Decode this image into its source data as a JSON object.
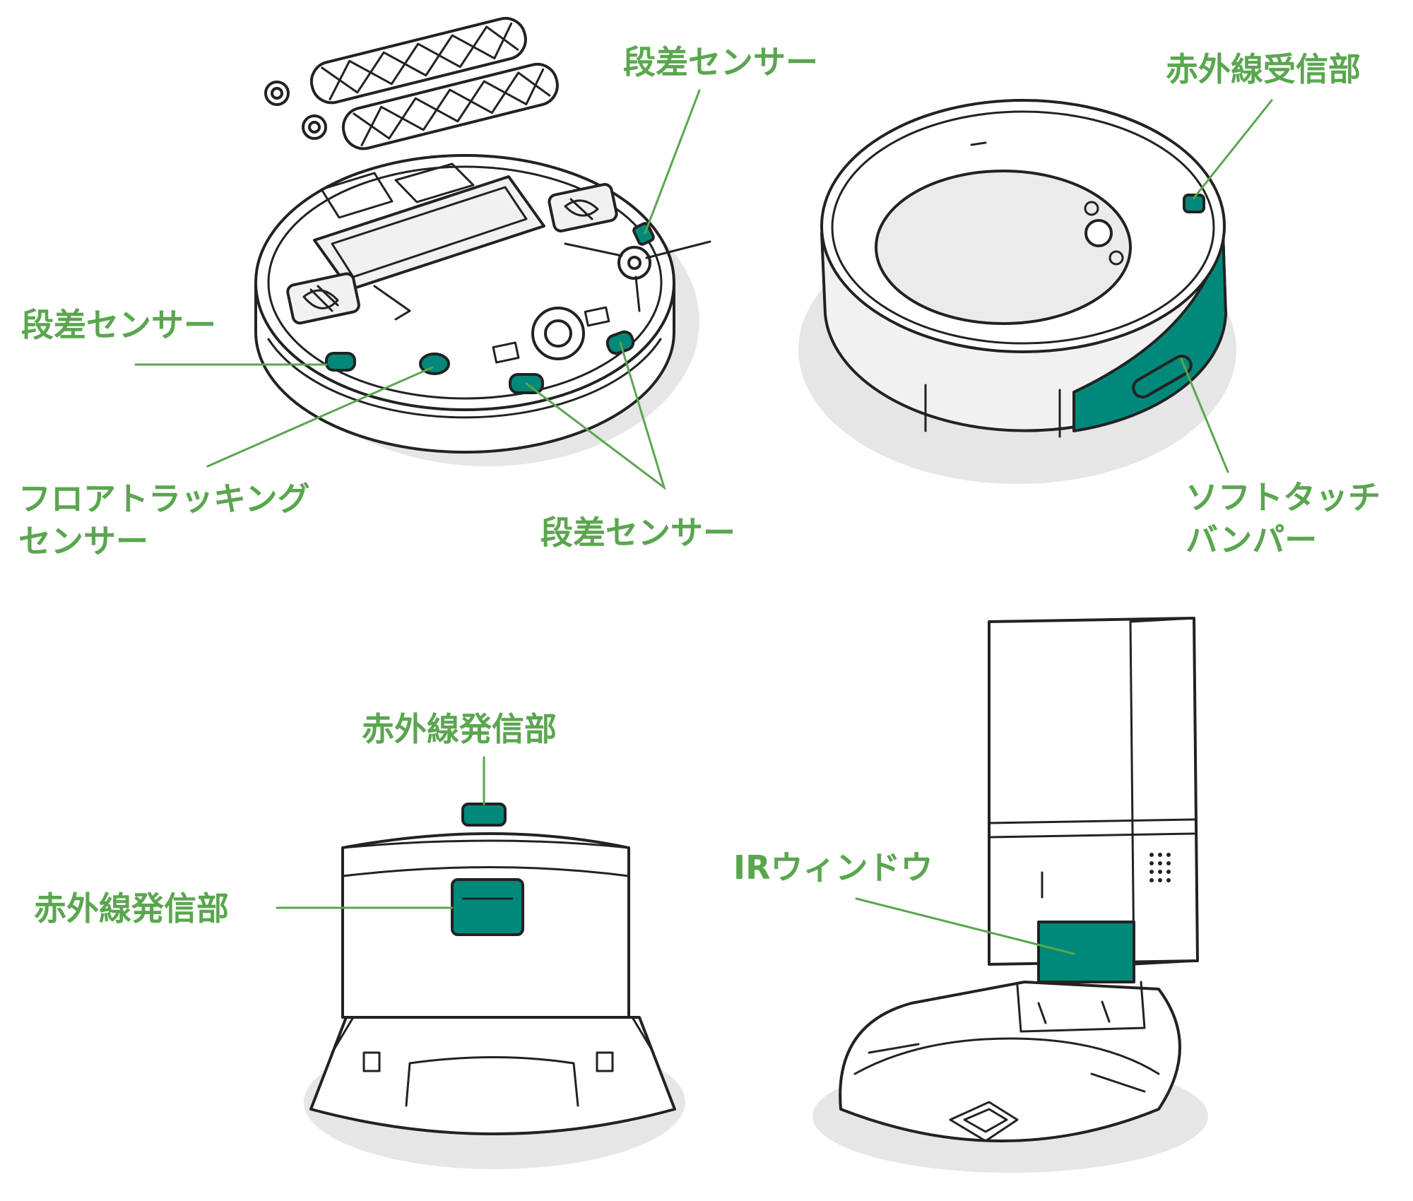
{
  "colors": {
    "label": "#5aa64f",
    "leader": "#5aa64f",
    "accent": "#00897b",
    "outline": "#222222",
    "shadow": "#e6e6e6",
    "body": "#ffffff",
    "panel": "#f1f1f1"
  },
  "labels": {
    "cliff_top": "段差センサー",
    "cliff_left": "段差センサー",
    "floor_tracking_1": "フロアトラッキング",
    "floor_tracking_2": "センサー",
    "cliff_bottom": "段差センサー",
    "ir_receiver": "赤外線受信部",
    "bumper_1": "ソフトタッチ",
    "bumper_2": "バンパー",
    "ir_emitter_top": "赤外線発信部",
    "ir_emitter_front": "赤外線発信部",
    "ir_window": "IRウィンドウ"
  },
  "illustrations": [
    {
      "name": "robot-underside",
      "parts": [
        "main-brushes",
        "side-brush",
        "drive-wheel",
        "drive-wheel",
        "cliff-sensor",
        "cliff-sensor",
        "cliff-sensor",
        "cliff-sensor",
        "floor-tracking-sensor"
      ]
    },
    {
      "name": "robot-top",
      "parts": [
        "ir-receiver",
        "soft-touch-bumper"
      ]
    },
    {
      "name": "home-base",
      "parts": [
        "ir-emitter-top",
        "ir-emitter-front"
      ]
    },
    {
      "name": "clean-base",
      "parts": [
        "ir-window"
      ]
    }
  ]
}
